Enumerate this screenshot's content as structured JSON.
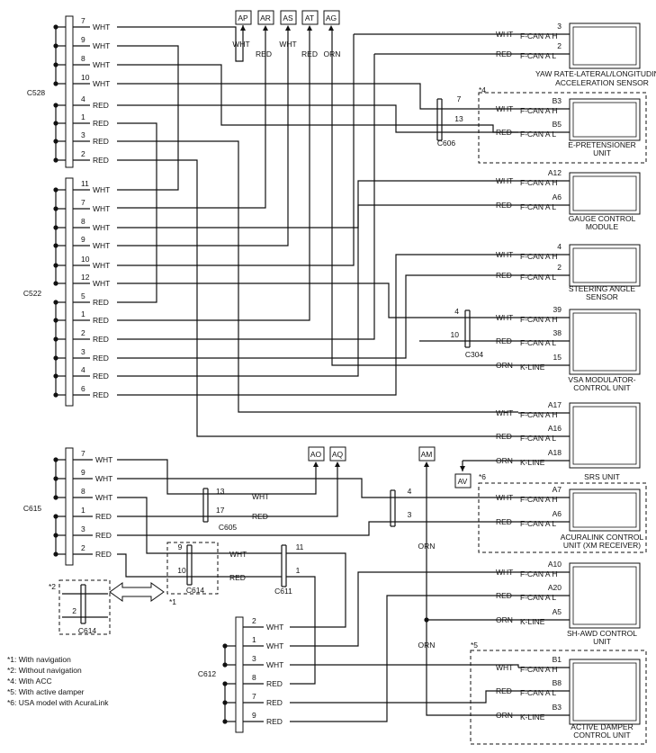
{
  "top_terminals": [
    {
      "id": "AP",
      "color": "WHT"
    },
    {
      "id": "AR",
      "color": "RED"
    },
    {
      "id": "AS",
      "color": "WHT"
    },
    {
      "id": "AT",
      "color": "RED"
    },
    {
      "id": "AG",
      "color": "ORN"
    }
  ],
  "c528": {
    "name": "C528",
    "pins": [
      {
        "pin": "7",
        "color": "WHT"
      },
      {
        "pin": "9",
        "color": "WHT"
      },
      {
        "pin": "8",
        "color": "WHT"
      },
      {
        "pin": "10",
        "color": "WHT"
      },
      {
        "pin": "4",
        "color": "RED"
      },
      {
        "pin": "1",
        "color": "RED"
      },
      {
        "pin": "3",
        "color": "RED"
      },
      {
        "pin": "2",
        "color": "RED"
      }
    ]
  },
  "c522": {
    "name": "C522",
    "pins": [
      {
        "pin": "11",
        "color": "WHT"
      },
      {
        "pin": "7",
        "color": "WHT"
      },
      {
        "pin": "8",
        "color": "WHT"
      },
      {
        "pin": "9",
        "color": "WHT"
      },
      {
        "pin": "10",
        "color": "WHT"
      },
      {
        "pin": "12",
        "color": "WHT"
      },
      {
        "pin": "5",
        "color": "RED"
      },
      {
        "pin": "1",
        "color": "RED"
      },
      {
        "pin": "2",
        "color": "RED"
      },
      {
        "pin": "3",
        "color": "RED"
      },
      {
        "pin": "4",
        "color": "RED"
      },
      {
        "pin": "6",
        "color": "RED"
      }
    ]
  },
  "c615": {
    "name": "C615",
    "pins": [
      {
        "pin": "7",
        "color": "WHT"
      },
      {
        "pin": "9",
        "color": "WHT"
      },
      {
        "pin": "8",
        "color": "WHT"
      },
      {
        "pin": "1",
        "color": "RED"
      },
      {
        "pin": "3",
        "color": "RED"
      },
      {
        "pin": "2",
        "color": "RED"
      }
    ]
  },
  "c612": {
    "name": "C612",
    "pins": [
      {
        "pin": "2",
        "color": "WHT"
      },
      {
        "pin": "1",
        "color": "WHT"
      },
      {
        "pin": "3",
        "color": "WHT"
      },
      {
        "pin": "8",
        "color": "RED"
      },
      {
        "pin": "7",
        "color": "RED"
      },
      {
        "pin": "9",
        "color": "RED"
      }
    ]
  },
  "mid_connectors": {
    "c606": {
      "name": "C606",
      "pins": [
        "7",
        "13"
      ]
    },
    "c304": {
      "name": "C304",
      "pins": [
        "4",
        "10"
      ]
    },
    "c605": {
      "name": "C605",
      "pins": [
        "13",
        "17"
      ],
      "colors": [
        "WHT",
        "RED"
      ]
    },
    "c605b": {
      "pins": [
        "4",
        "3"
      ]
    },
    "c614": {
      "name": "C614",
      "pins": [
        "9",
        "10"
      ],
      "colors": [
        "WHT",
        "RED"
      ],
      "note": "*1"
    },
    "c611": {
      "name": "C611",
      "pins": [
        "11",
        "1"
      ]
    },
    "c614b": {
      "name": "C614",
      "pins": [
        "2"
      ],
      "note": "*2"
    }
  },
  "lower_terminals": [
    {
      "id": "AO"
    },
    {
      "id": "AQ"
    },
    {
      "id": "AM",
      "color": "ORN"
    },
    {
      "id": "AV"
    }
  ],
  "units": [
    {
      "name": [
        "YAW RATE-LATERAL/LONGITUDINAL",
        "ACCELERATION SENSOR"
      ],
      "pins": [
        {
          "pin": "3",
          "color": "WHT",
          "sig": "F-CAN A H"
        },
        {
          "pin": "2",
          "color": "RED",
          "sig": "F-CAN A L"
        }
      ]
    },
    {
      "name": [
        "E-PRETENSIONER",
        "UNIT"
      ],
      "note": "*4",
      "pins": [
        {
          "pin": "B3",
          "color": "WHT",
          "sig": "F-CAN A H"
        },
        {
          "pin": "B5",
          "color": "RED",
          "sig": "F-CAN A L"
        }
      ]
    },
    {
      "name": [
        "GAUGE CONTROL",
        "MODULE"
      ],
      "pins": [
        {
          "pin": "A12",
          "color": "WHT",
          "sig": "F-CAN A H"
        },
        {
          "pin": "A6",
          "color": "RED",
          "sig": "F-CAN A L"
        }
      ]
    },
    {
      "name": [
        "STEERING ANGLE",
        "SENSOR"
      ],
      "pins": [
        {
          "pin": "4",
          "color": "WHT",
          "sig": "F-CAN A H"
        },
        {
          "pin": "2",
          "color": "RED",
          "sig": "F-CAN A L"
        }
      ]
    },
    {
      "name": [
        "VSA MODULATOR-",
        "CONTROL UNIT"
      ],
      "pins": [
        {
          "pin": "39",
          "color": "WHT",
          "sig": "F-CAN A H"
        },
        {
          "pin": "38",
          "color": "RED",
          "sig": "F-CAN A L"
        },
        {
          "pin": "15",
          "color": "ORN",
          "sig": "K-LINE"
        }
      ]
    },
    {
      "name": [
        "SRS UNIT"
      ],
      "pins": [
        {
          "pin": "A17",
          "color": "WHT",
          "sig": "F-CAN A H"
        },
        {
          "pin": "A16",
          "color": "RED",
          "sig": "F-CAN A L"
        },
        {
          "pin": "A18",
          "color": "ORN",
          "sig": "K-LINE"
        }
      ]
    },
    {
      "name": [
        "ACURALINK CONTROL",
        "UNIT (XM RECEIVER)"
      ],
      "note": "*6",
      "pins": [
        {
          "pin": "A7",
          "color": "WHT",
          "sig": "F-CAN A H"
        },
        {
          "pin": "A6",
          "color": "RED",
          "sig": "F-CAN A L"
        }
      ]
    },
    {
      "name": [
        "SH-AWD CONTROL",
        "UNIT"
      ],
      "pins": [
        {
          "pin": "A10",
          "color": "WHT",
          "sig": "F-CAN A H"
        },
        {
          "pin": "A20",
          "color": "RED",
          "sig": "F-CAN A L"
        },
        {
          "pin": "A5",
          "color": "ORN",
          "sig": "K-LINE"
        }
      ]
    },
    {
      "name": [
        "ACTIVE DAMPER",
        "CONTROL UNIT"
      ],
      "note": "*5",
      "pins": [
        {
          "pin": "B1",
          "color": "WHT",
          "sig": "F-CAN A H"
        },
        {
          "pin": "B8",
          "color": "RED",
          "sig": "F-CAN A L"
        },
        {
          "pin": "B3",
          "color": "ORN",
          "sig": "K-LINE"
        }
      ]
    }
  ],
  "notes": [
    "*1: With navigation",
    "*2: Without navigation",
    "*4: With ACC",
    "*5: With active damper",
    "*6: USA model with AcuraLink"
  ]
}
